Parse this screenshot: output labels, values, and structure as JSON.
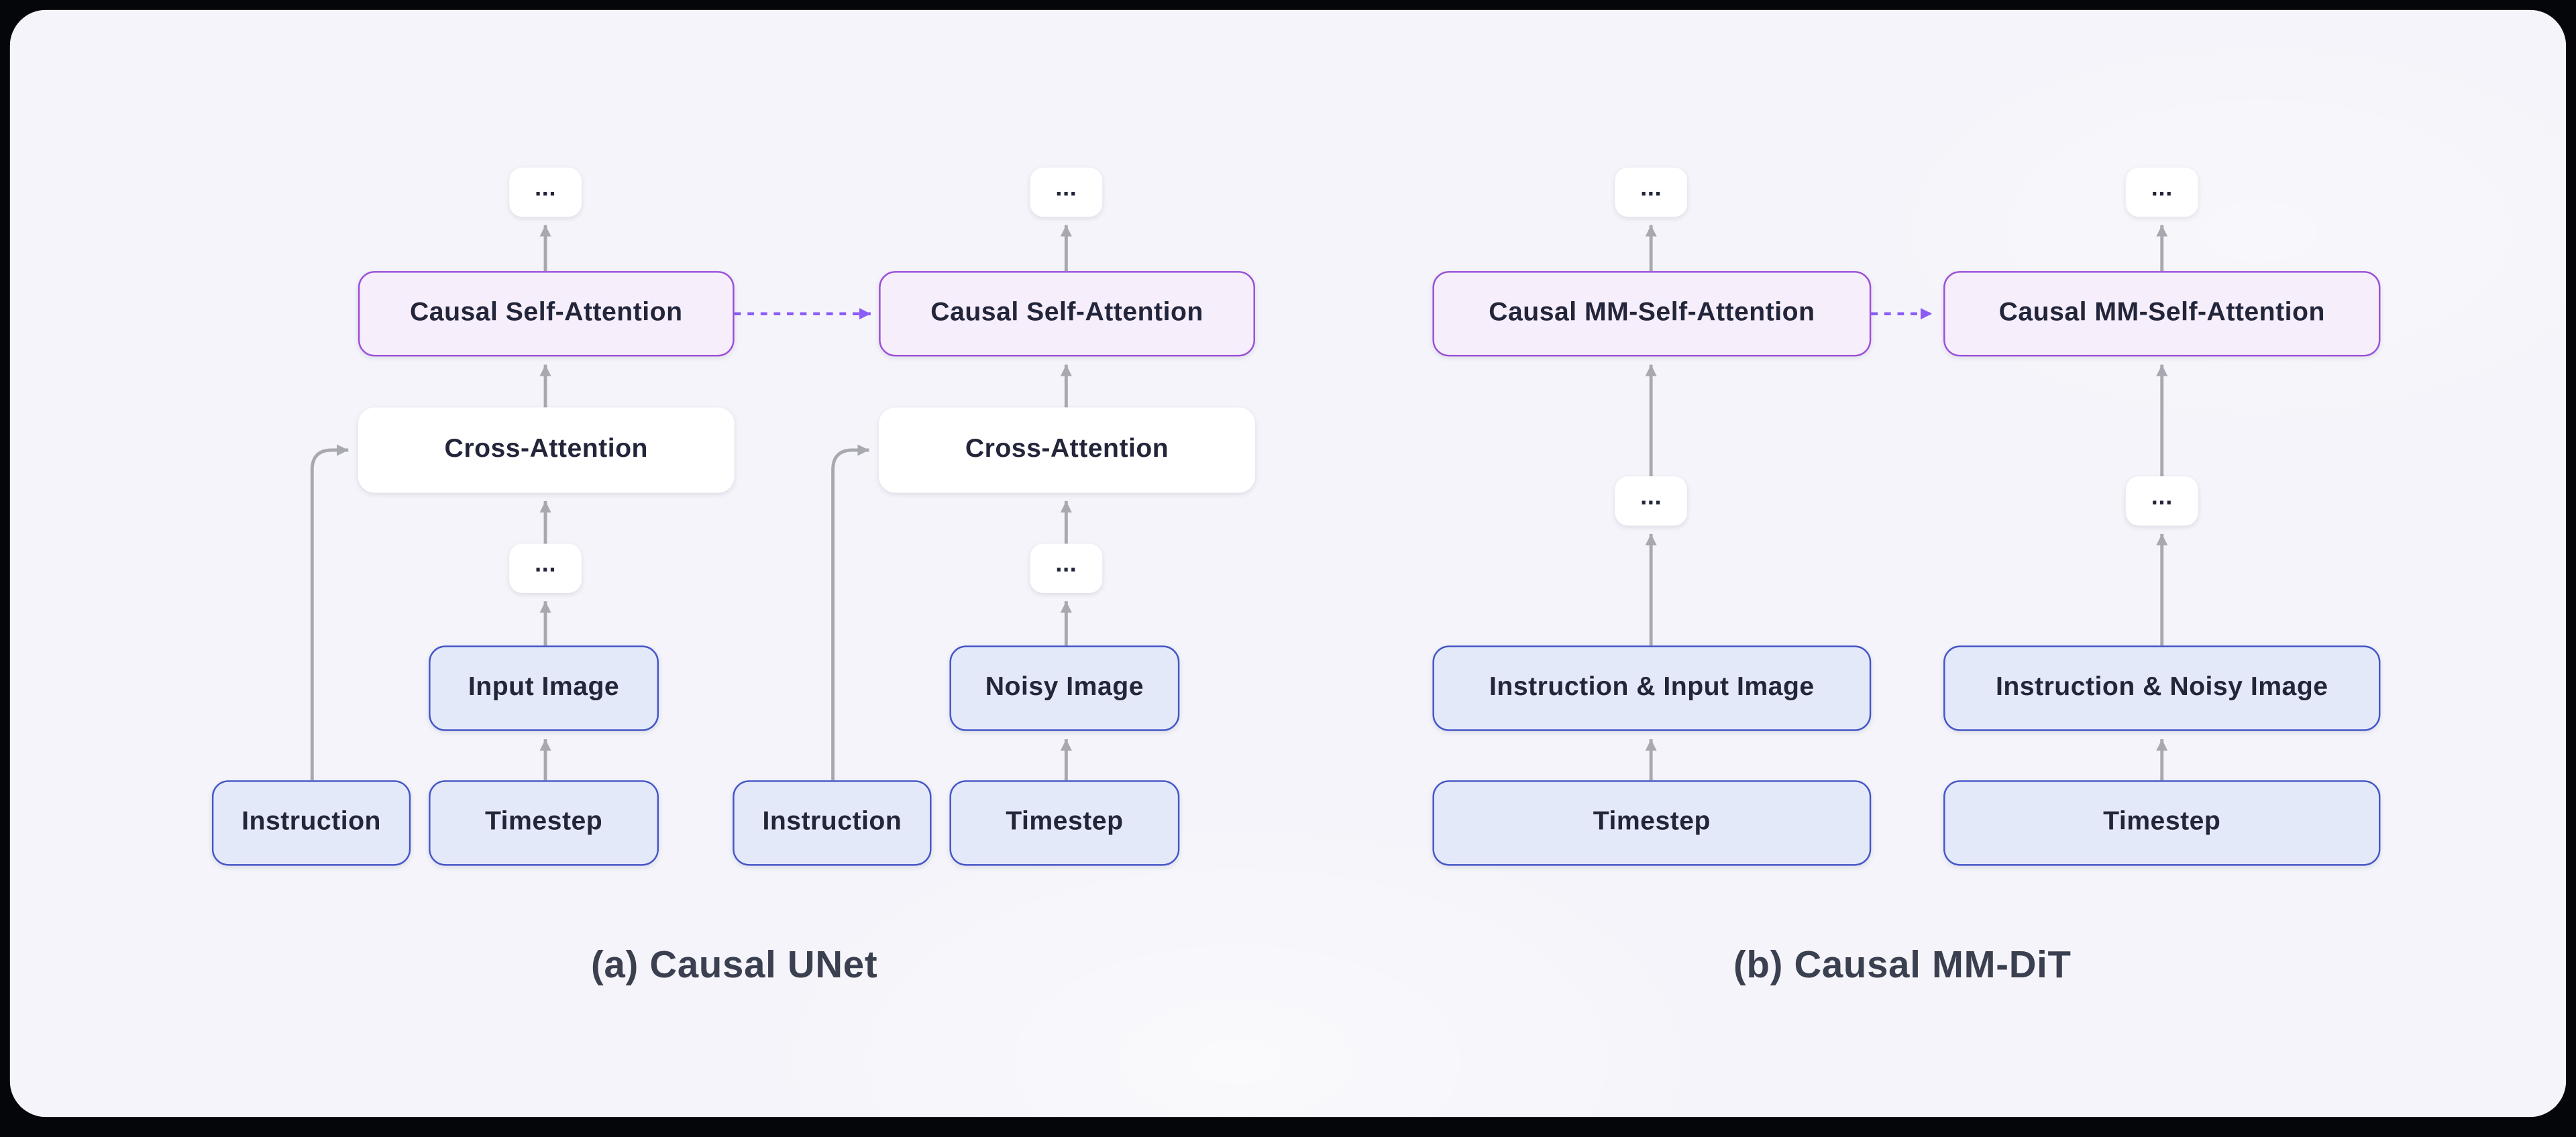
{
  "colors": {
    "card_bg": "#f4f4fa",
    "purple_border": "#9b4fd8",
    "purple_fill": "#f6eefb",
    "blue_border": "#4556c8",
    "blue_fill": "#e4e9f9",
    "arrow": "#a8a8b0",
    "dashed_arrow": "#8b5cf6",
    "text": "#23263a",
    "caption": "#3b4050"
  },
  "unet": {
    "caption": "(a) Causal UNet",
    "frame1": {
      "top_dots": "...",
      "causal_self_attention": "Causal Self-Attention",
      "cross_attention": "Cross-Attention",
      "mid_dots": "...",
      "input_image": "Input Image",
      "instruction": "Instruction",
      "timestep": "Timestep"
    },
    "frame2": {
      "top_dots": "...",
      "causal_self_attention": "Causal Self-Attention",
      "cross_attention": "Cross-Attention",
      "mid_dots": "...",
      "noisy_image": "Noisy Image",
      "instruction": "Instruction",
      "timestep": "Timestep"
    }
  },
  "mmdit": {
    "caption": "(b) Causal MM-DiT",
    "frame1": {
      "top_dots": "...",
      "causal_mm_self_attention": "Causal MM-Self-Attention",
      "mid_dots": "...",
      "tokens": "Instruction & Input Image",
      "timestep": "Timestep"
    },
    "frame2": {
      "top_dots": "...",
      "causal_mm_self_attention": "Causal MM-Self-Attention",
      "mid_dots": "...",
      "tokens": "Instruction & Noisy Image",
      "timestep": "Timestep"
    }
  }
}
